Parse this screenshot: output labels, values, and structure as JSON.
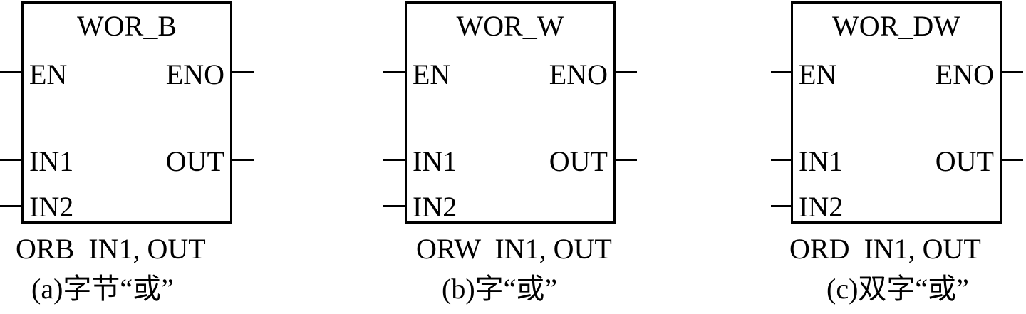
{
  "blocks": [
    {
      "title": "WOR_B",
      "en": "EN",
      "eno": "ENO",
      "in1": "IN1",
      "in2": "IN2",
      "out": "OUT",
      "instruction": "ORB  IN1, OUT",
      "caption": "(a)字节“或”"
    },
    {
      "title": "WOR_W",
      "en": "EN",
      "eno": "ENO",
      "in1": "IN1",
      "in2": "IN2",
      "out": "OUT",
      "instruction": "ORW  IN1, OUT",
      "caption": "(b)字“或”"
    },
    {
      "title": "WOR_DW",
      "en": "EN",
      "eno": "ENO",
      "in1": "IN1",
      "in2": "IN2",
      "out": "OUT",
      "instruction": "ORD  IN1, OUT",
      "caption": "(c)双字“或”"
    }
  ]
}
